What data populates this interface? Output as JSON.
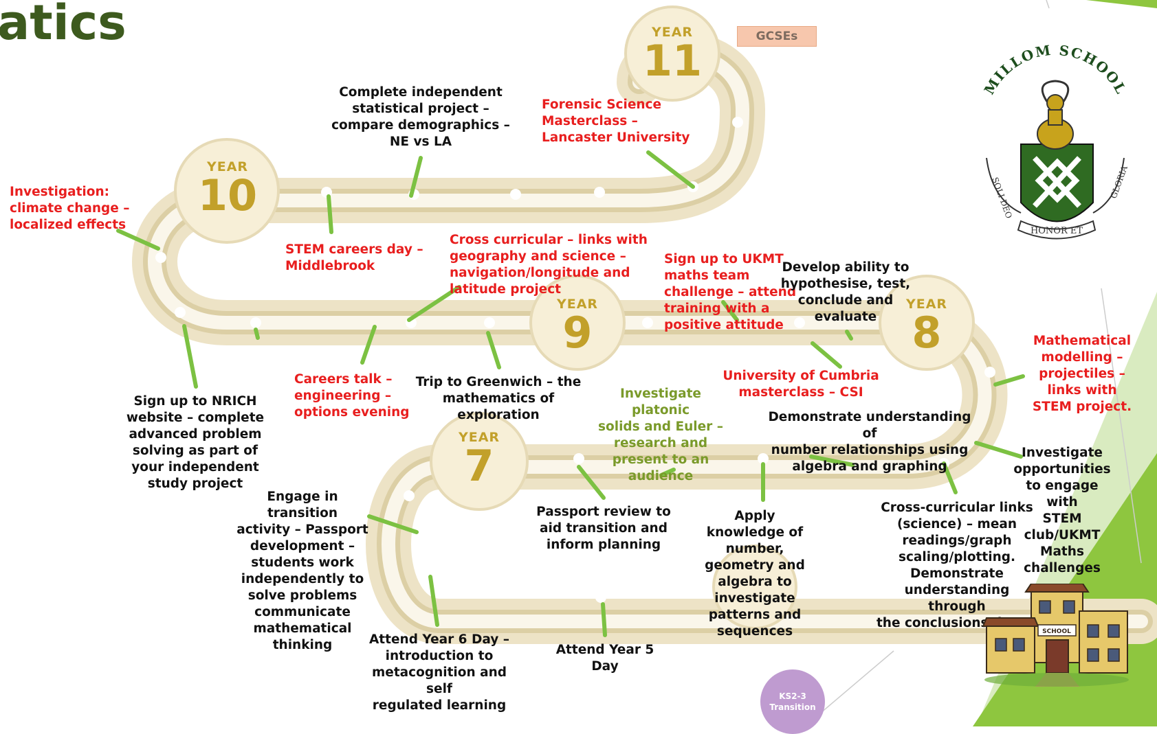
{
  "title": "atics",
  "years": [
    {
      "word": "YEAR",
      "number": "11"
    },
    {
      "word": "YEAR",
      "number": "10"
    },
    {
      "word": "YEAR",
      "number": "9"
    },
    {
      "word": "YEAR",
      "number": "8"
    },
    {
      "word": "YEAR",
      "number": "7"
    }
  ],
  "badges": {
    "gcse": "GCSEs",
    "ks23_line1": "KS2-3",
    "ks23_line2": "Transition"
  },
  "crest": {
    "top": "MILLOM SCHOOL",
    "left": "SOLI DEO",
    "bottom": "HONOR ET",
    "right": "GLORIA"
  },
  "school_sign": "SCHOOL",
  "labels": {
    "statistical": "Complete independent\nstatistical project –\ncompare demographics –\nNE vs LA",
    "forensic": "Forensic Science\nMasterclass –\nLancaster University",
    "climate": "Investigation:\nclimate change –\nlocalized effects",
    "stem_careers": "STEM careers day –\nMiddlebrook",
    "cross_geo": "Cross curricular – links with\ngeography and science –\nnavigation/longitude and\nlatitude project",
    "ukmt": "Sign up to UKMT\nmaths team\nchallenge – attend\ntraining with a\npositive attitude",
    "hypothesise": "Develop ability to\nhypothesise, test,\nconclude and\nevaluate",
    "modelling": "Mathematical\nmodelling –\nprojectiles –\nlinks with\nSTEM project.",
    "nrich": "Sign up to NRICH\nwebsite –  complete\nadvanced problem\nsolving as part of\nyour independent\nstudy project",
    "careers_talk": "Careers talk –\nengineering –\noptions evening",
    "greenwich": "Trip to Greenwich – the\nmathematics of exploration",
    "platonic": "Investigate  platonic\nsolids and Euler –\nresearch and\npresent to an\naudience",
    "cumbria": "University of Cumbria\nmasterclass – CSI",
    "number_rel": "Demonstrate understanding of\nnumber relationships using\nalgebra and graphing",
    "stem_club": "Investigate\nopportunities\nto engage with\nSTEM\nclub/UKMT\nMaths\nchallenges",
    "transition": "Engage in transition\nactivity –  Passport\ndevelopment –\nstudents work\nindependently to\nsolve problems\ncommunicate\nmathematical\nthinking",
    "passport_review": "Passport review to\naid transition and\ninform planning",
    "apply": "Apply\nknowledge of\nnumber,\ngeometry and\nalgebra to\ninvestigate\npatterns and\nsequences",
    "cross_science": "Cross-curricular links\n(science) – mean\nreadings/graph\nscaling/plotting.\nDemonstrate\nunderstanding through\nthe conclusions drawn",
    "year6": "Attend Year 6 Day –\nintroduction to\nmetacognition and self\nregulated learning",
    "year5": "Attend Year 5\nDay"
  },
  "colors": {
    "road": "#ede3c6",
    "road_edge": "#dccfa5",
    "year_text": "#c2a02a",
    "connector": "#7cc142",
    "red_text": "#e81e1e",
    "olive_text": "#7a9a2a",
    "green_deco": "#8ec63f",
    "title": "#3d5a1e"
  }
}
